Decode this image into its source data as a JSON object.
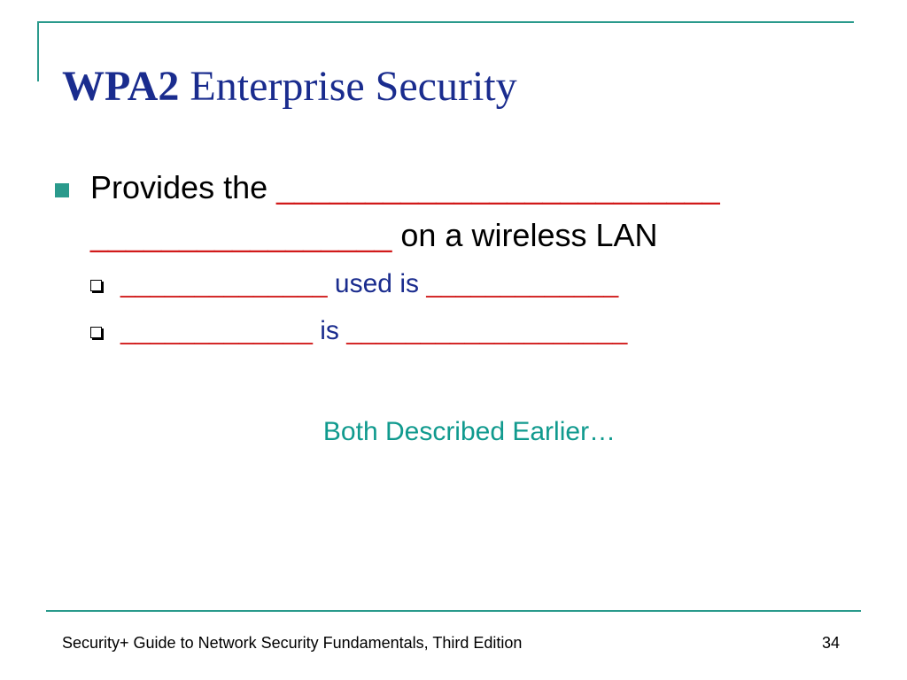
{
  "slide": {
    "title_bold": "WPA2",
    "title_rest": " Enterprise Security",
    "bullet1": {
      "lead": "Provides the ",
      "blank1": "_________________________",
      "blank2": "_________________",
      "trail": " on a wireless LAN"
    },
    "sub1": {
      "blank1": "______________",
      "mid": " used is ",
      "blank2": "_____________"
    },
    "sub2": {
      "blank1": "_____________",
      "mid": " is ",
      "blank2": "___________________"
    },
    "note": "Both Described Earlier…"
  },
  "footer": {
    "text": "Security+ Guide to Network Security Fundamentals, Third Edition",
    "page": "34"
  }
}
